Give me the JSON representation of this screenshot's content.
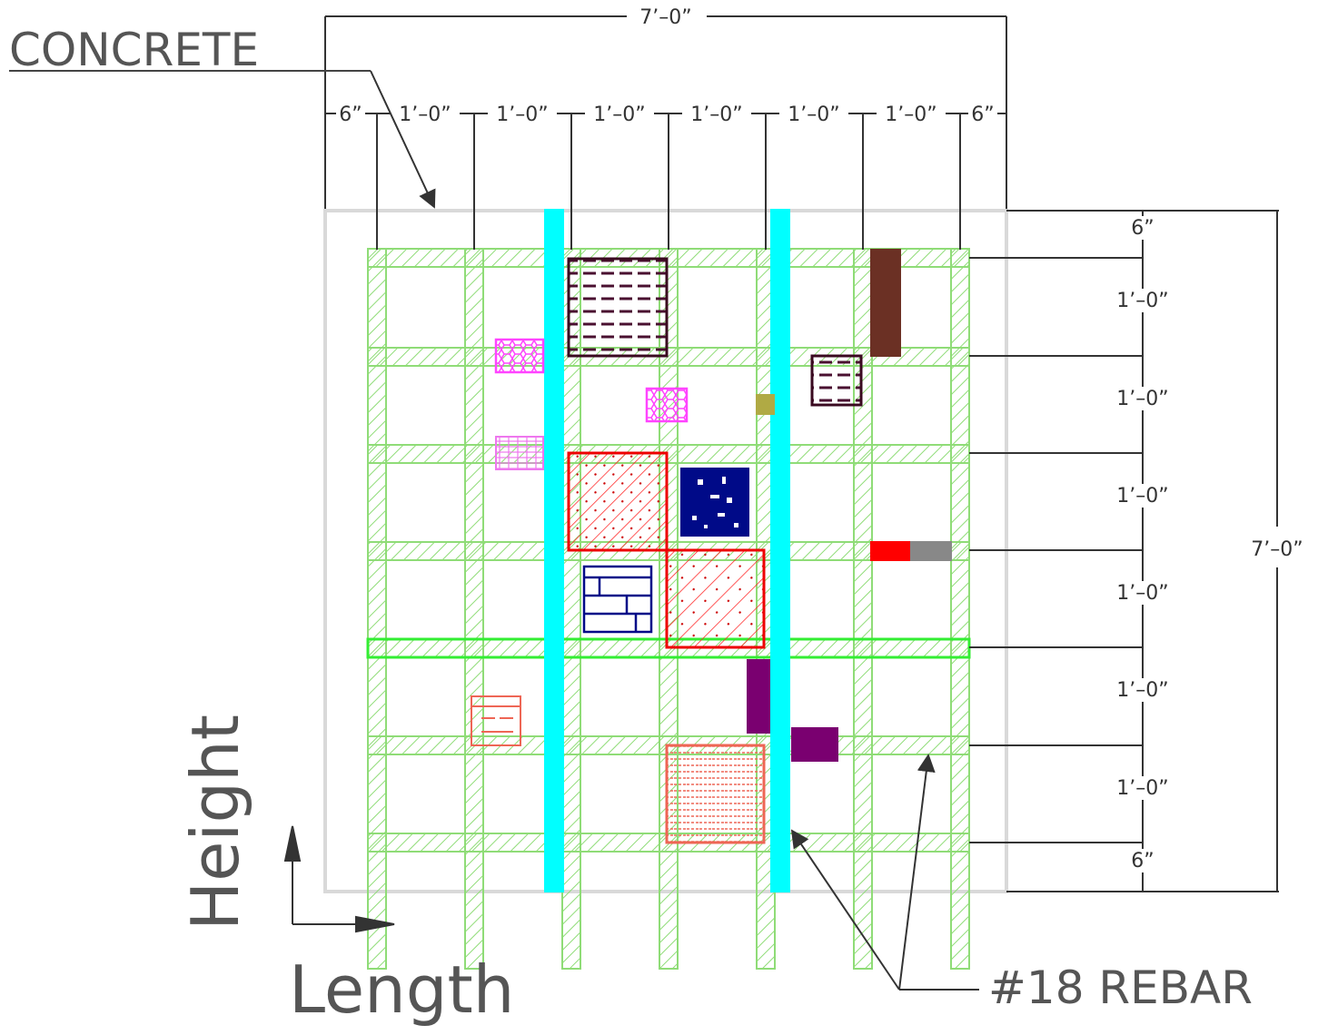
{
  "labels": {
    "concrete": "CONCRETE",
    "rebar": "#18 REBAR",
    "axis_length": "Length",
    "axis_height": "Height"
  },
  "dimensions": {
    "overall_width": "7’–0”",
    "overall_height": "7’–0”",
    "top_segments": [
      "6”",
      "1’–0”",
      "1’–0”",
      "1’–0”",
      "1’–0”",
      "1’–0”",
      "1’–0”",
      "6”"
    ],
    "right_segments": [
      "6”",
      "1’–0”",
      "1’–0”",
      "1’–0”",
      "1’–0”",
      "1’–0”",
      "1’–0”",
      "6”"
    ]
  },
  "colors": {
    "concrete_outline": "#d9d9d9",
    "grid_green": "#8fdc77",
    "grid_highlight": "#33ee33",
    "rebar_cyan": "#00ffff",
    "dim_line": "#333333",
    "label_gray": "#555555"
  }
}
